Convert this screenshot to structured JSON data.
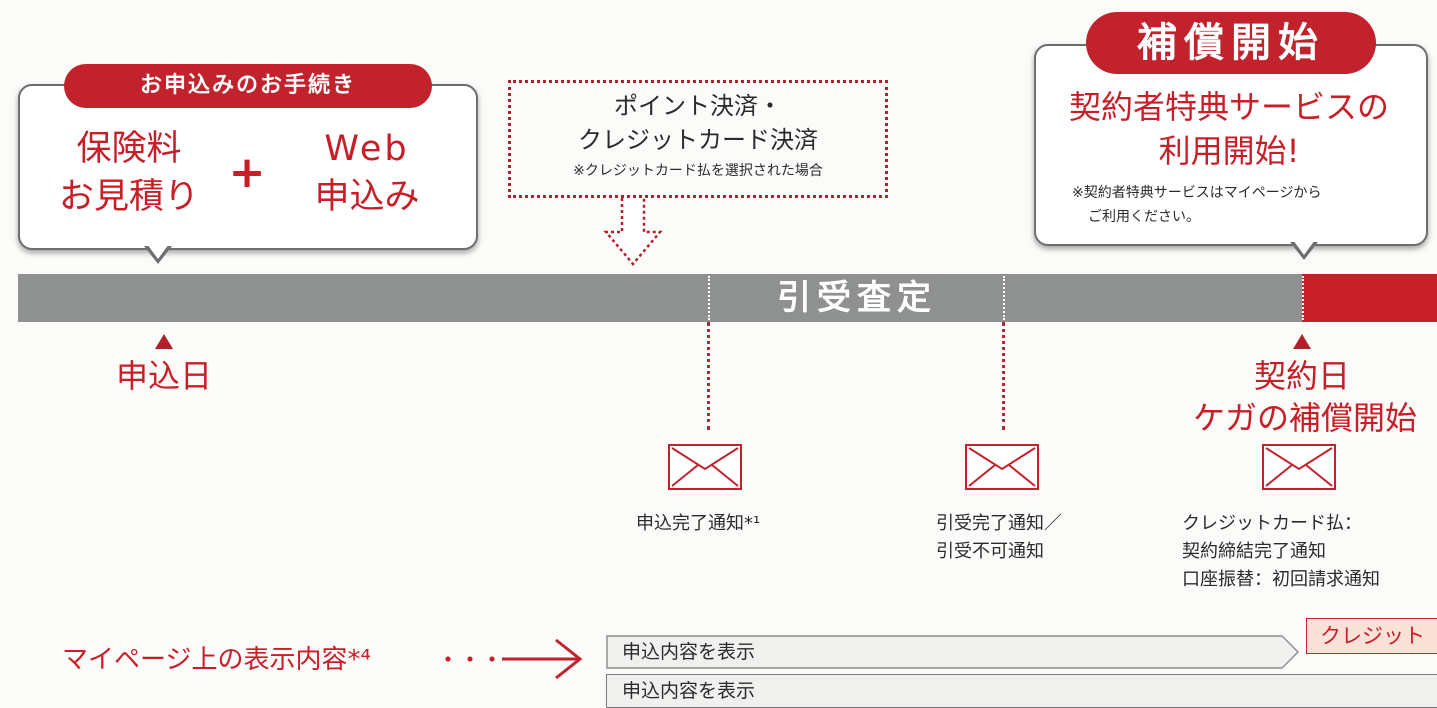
{
  "application": {
    "pill": "お申込みのお手続き",
    "item1_line1": "保険料",
    "item1_line2": "お見積り",
    "plus": "+",
    "item2_line1": "Web",
    "item2_line2": "申込み"
  },
  "payment": {
    "line1": "ポイント決済・",
    "line2": "クレジットカード決済",
    "note": "※クレジットカード払を選択された場合"
  },
  "coverage": {
    "pill": "補償開始",
    "line1": "契約者特典サービスの",
    "line2": "利用開始!",
    "note_line1": "※契約者特典サービスはマイページから",
    "note_line2": "ご利用ください。"
  },
  "timeline": {
    "label": "引受査定",
    "apply_date": "申込日",
    "contract_date": "契約日",
    "injury_start": "ケガの補償開始"
  },
  "notifications": [
    {
      "line1": "申込完了通知*¹",
      "line2": "",
      "line3": ""
    },
    {
      "line1": "引受完了通知／",
      "line2": "引受不可通知",
      "line3": ""
    },
    {
      "line1": "クレジットカード払：",
      "line2": "契約締結完了通知",
      "line3": "口座振替：初回請求通知"
    }
  ],
  "mypage": {
    "label": "マイページ上の表示内容*⁴",
    "dots": "・・・",
    "row1": "申込内容を表示",
    "row1_next": "クレジット",
    "row2": "申込内容を表示"
  },
  "colors": {
    "accent": "#c1222c",
    "bar_gray": "#8f9191",
    "bar_red": "#c8202a"
  }
}
